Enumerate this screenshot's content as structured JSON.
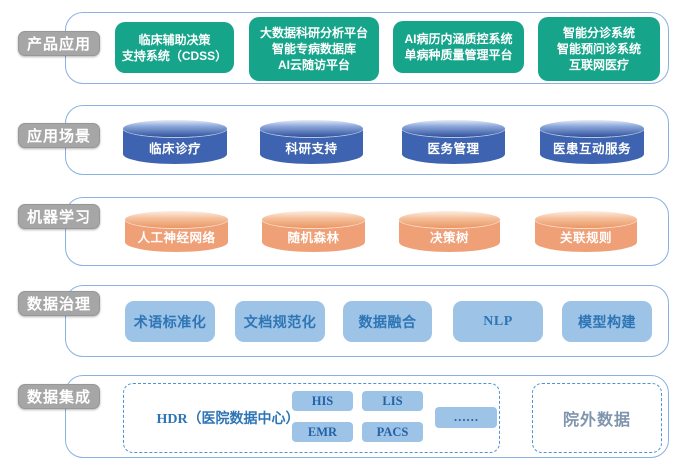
{
  "diagram": {
    "title_hint": "医院数据智能平台架构图",
    "colors": {
      "green_box": "#16a58a",
      "blue_cylinder": "#3e63b0",
      "orange_cylinder": "#efa077",
      "light_blue_box": "#9dc3e6",
      "label_gray": "#a6a6a6",
      "container_border": "#8ab1e0",
      "dashed_border": "#4f93d2",
      "dark_blue_text": "#2e75b6",
      "external_text": "#8095ad"
    },
    "layers": [
      {
        "label": "产品应用",
        "items": [
          {
            "text": "临床辅助决策\n支持系统（CDSS）"
          },
          {
            "text": "大数据科研分析平台\n智能专病数据库\nAI云随访平台"
          },
          {
            "text": "AI病历内涵质控系统\n单病种质量管理平台"
          },
          {
            "text": "智能分诊系统\n智能预问诊系统\n互联网医疗"
          }
        ]
      },
      {
        "label": "应用场景",
        "items": [
          {
            "text": "临床诊疗"
          },
          {
            "text": "科研支持"
          },
          {
            "text": "医务管理"
          },
          {
            "text": "医患互动服务"
          }
        ]
      },
      {
        "label": "机器学习",
        "items": [
          {
            "text": "人工神经网络"
          },
          {
            "text": "随机森林"
          },
          {
            "text": "决策树"
          },
          {
            "text": "关联规则"
          }
        ]
      },
      {
        "label": "数据治理",
        "items": [
          {
            "text": "术语标准化"
          },
          {
            "text": "文档规范化"
          },
          {
            "text": "数据融合"
          },
          {
            "text": "NLP"
          },
          {
            "text": "模型构建"
          }
        ]
      },
      {
        "label": "数据集成",
        "hdr_title": "HDR（医院数据中心）",
        "hdr_systems": [
          {
            "text": "HIS"
          },
          {
            "text": "LIS"
          },
          {
            "text": "EMR"
          },
          {
            "text": "PACS"
          }
        ],
        "more": "……",
        "external": "院外数据"
      }
    ]
  }
}
